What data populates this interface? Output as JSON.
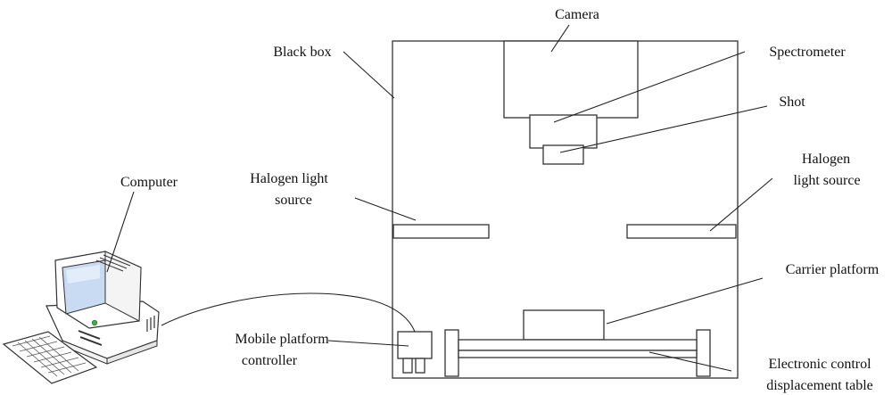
{
  "labels": {
    "camera": "Camera",
    "black_box": "Black box",
    "spectrometer": "Spectrometer",
    "shot": "Shot",
    "computer": "Computer",
    "halogen_left_line1": "Halogen light",
    "halogen_left_line2": "source",
    "halogen_right_line1": "Halogen",
    "halogen_right_line2": "light source",
    "carrier_platform": "Carrier platform",
    "mobile_controller_line1": "Mobile platform",
    "mobile_controller_line2": "controller",
    "electronic_table_line1": "Electronic control",
    "electronic_table_line2": "displacement table"
  },
  "colors": {
    "line": "#333333",
    "text": "#111111",
    "computer_body": "#ffffff",
    "screen": "#c9dbf2",
    "screen_highlight": "#e3ecf9",
    "power_led": "#3cb043"
  }
}
